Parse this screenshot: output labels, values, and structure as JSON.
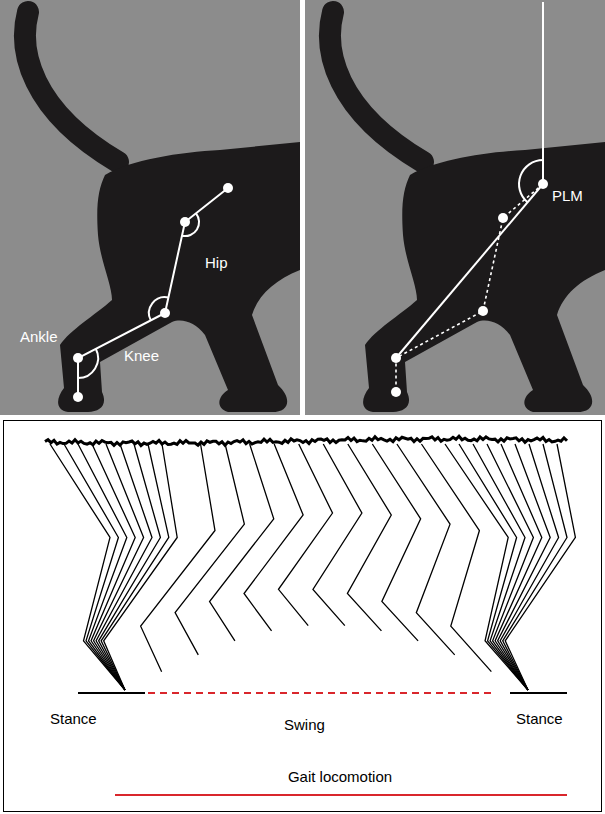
{
  "diagram": {
    "labels": [
      "Hip",
      "Knee",
      "Ankle",
      "PLM",
      "Stance",
      "Swing",
      "Stance",
      "Gait locomotion"
    ]
  }
}
